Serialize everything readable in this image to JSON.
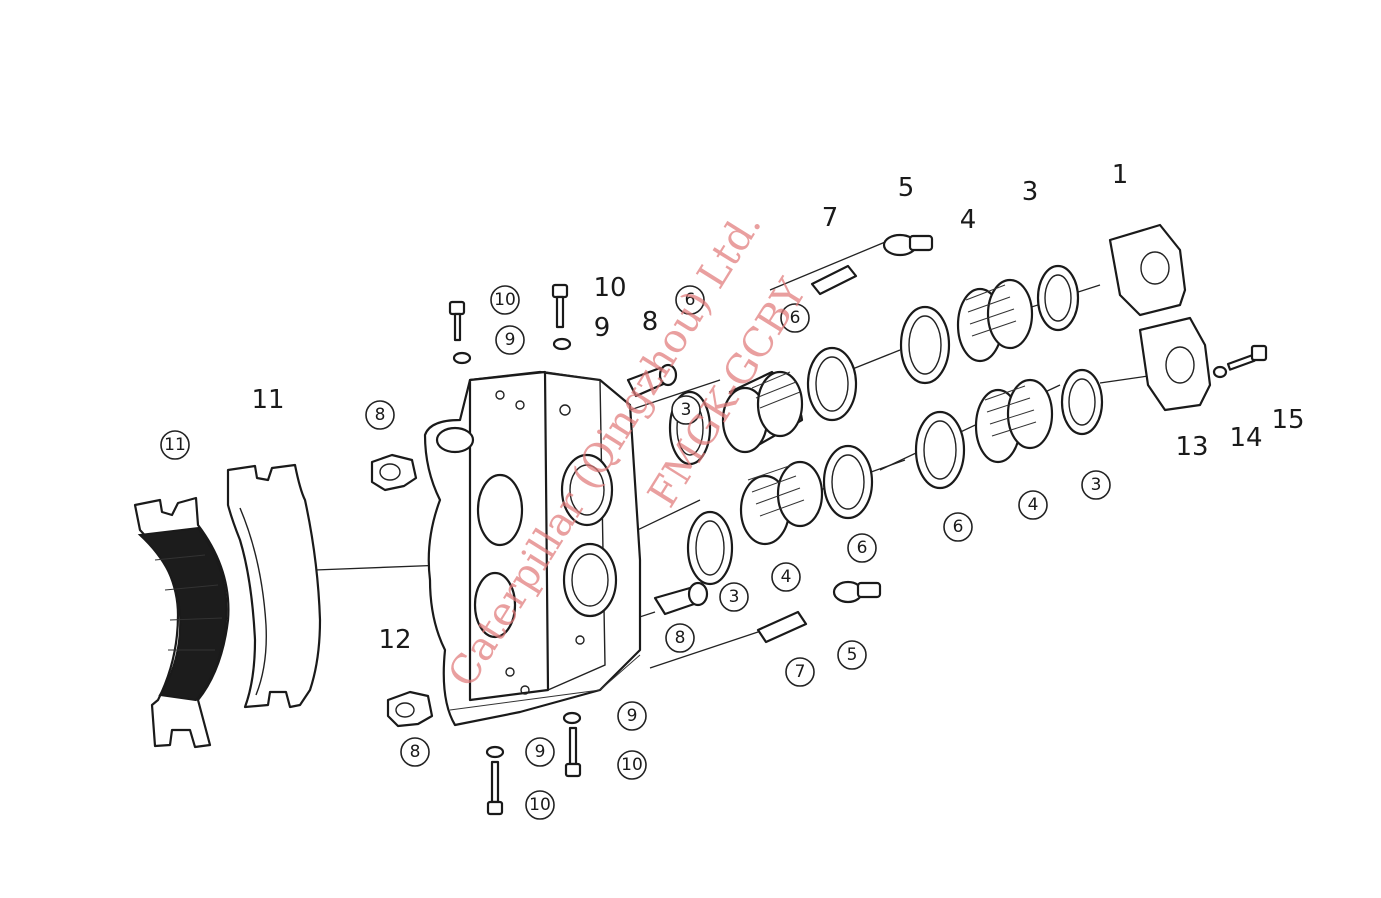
{
  "diagram": {
    "watermark": {
      "line1": "Caterpillar (Qingzhou) Ltd.",
      "line2": "FMGK-GCBY",
      "color": "#e07a7a"
    },
    "callouts": [
      {
        "label": "1",
        "style": "plain"
      },
      {
        "label": "3",
        "style": "plain"
      },
      {
        "label": "4",
        "style": "plain"
      },
      {
        "label": "5",
        "style": "plain"
      },
      {
        "label": "7",
        "style": "plain"
      },
      {
        "label": "6",
        "style": "circled"
      },
      {
        "label": "6",
        "style": "circled"
      },
      {
        "label": "3",
        "style": "circled"
      },
      {
        "label": "8",
        "style": "plain"
      },
      {
        "label": "10",
        "style": "plain"
      },
      {
        "label": "9",
        "style": "plain"
      },
      {
        "label": "10",
        "style": "circled"
      },
      {
        "label": "9",
        "style": "circled"
      },
      {
        "label": "8",
        "style": "circled"
      },
      {
        "label": "11",
        "style": "plain"
      },
      {
        "label": "11",
        "style": "circled"
      },
      {
        "label": "12",
        "style": "plain"
      },
      {
        "label": "13",
        "style": "plain"
      },
      {
        "label": "14",
        "style": "plain"
      },
      {
        "label": "15",
        "style": "plain"
      },
      {
        "label": "6",
        "style": "circled"
      },
      {
        "label": "4",
        "style": "circled"
      },
      {
        "label": "3",
        "style": "circled"
      },
      {
        "label": "6",
        "style": "circled"
      },
      {
        "label": "4",
        "style": "circled"
      },
      {
        "label": "3",
        "style": "circled"
      },
      {
        "label": "8",
        "style": "circled"
      },
      {
        "label": "7",
        "style": "circled"
      },
      {
        "label": "5",
        "style": "circled"
      },
      {
        "label": "9",
        "style": "circled"
      },
      {
        "label": "10",
        "style": "circled"
      },
      {
        "label": "9",
        "style": "circled"
      },
      {
        "label": "10",
        "style": "circled"
      },
      {
        "label": "8",
        "style": "circled"
      }
    ]
  }
}
